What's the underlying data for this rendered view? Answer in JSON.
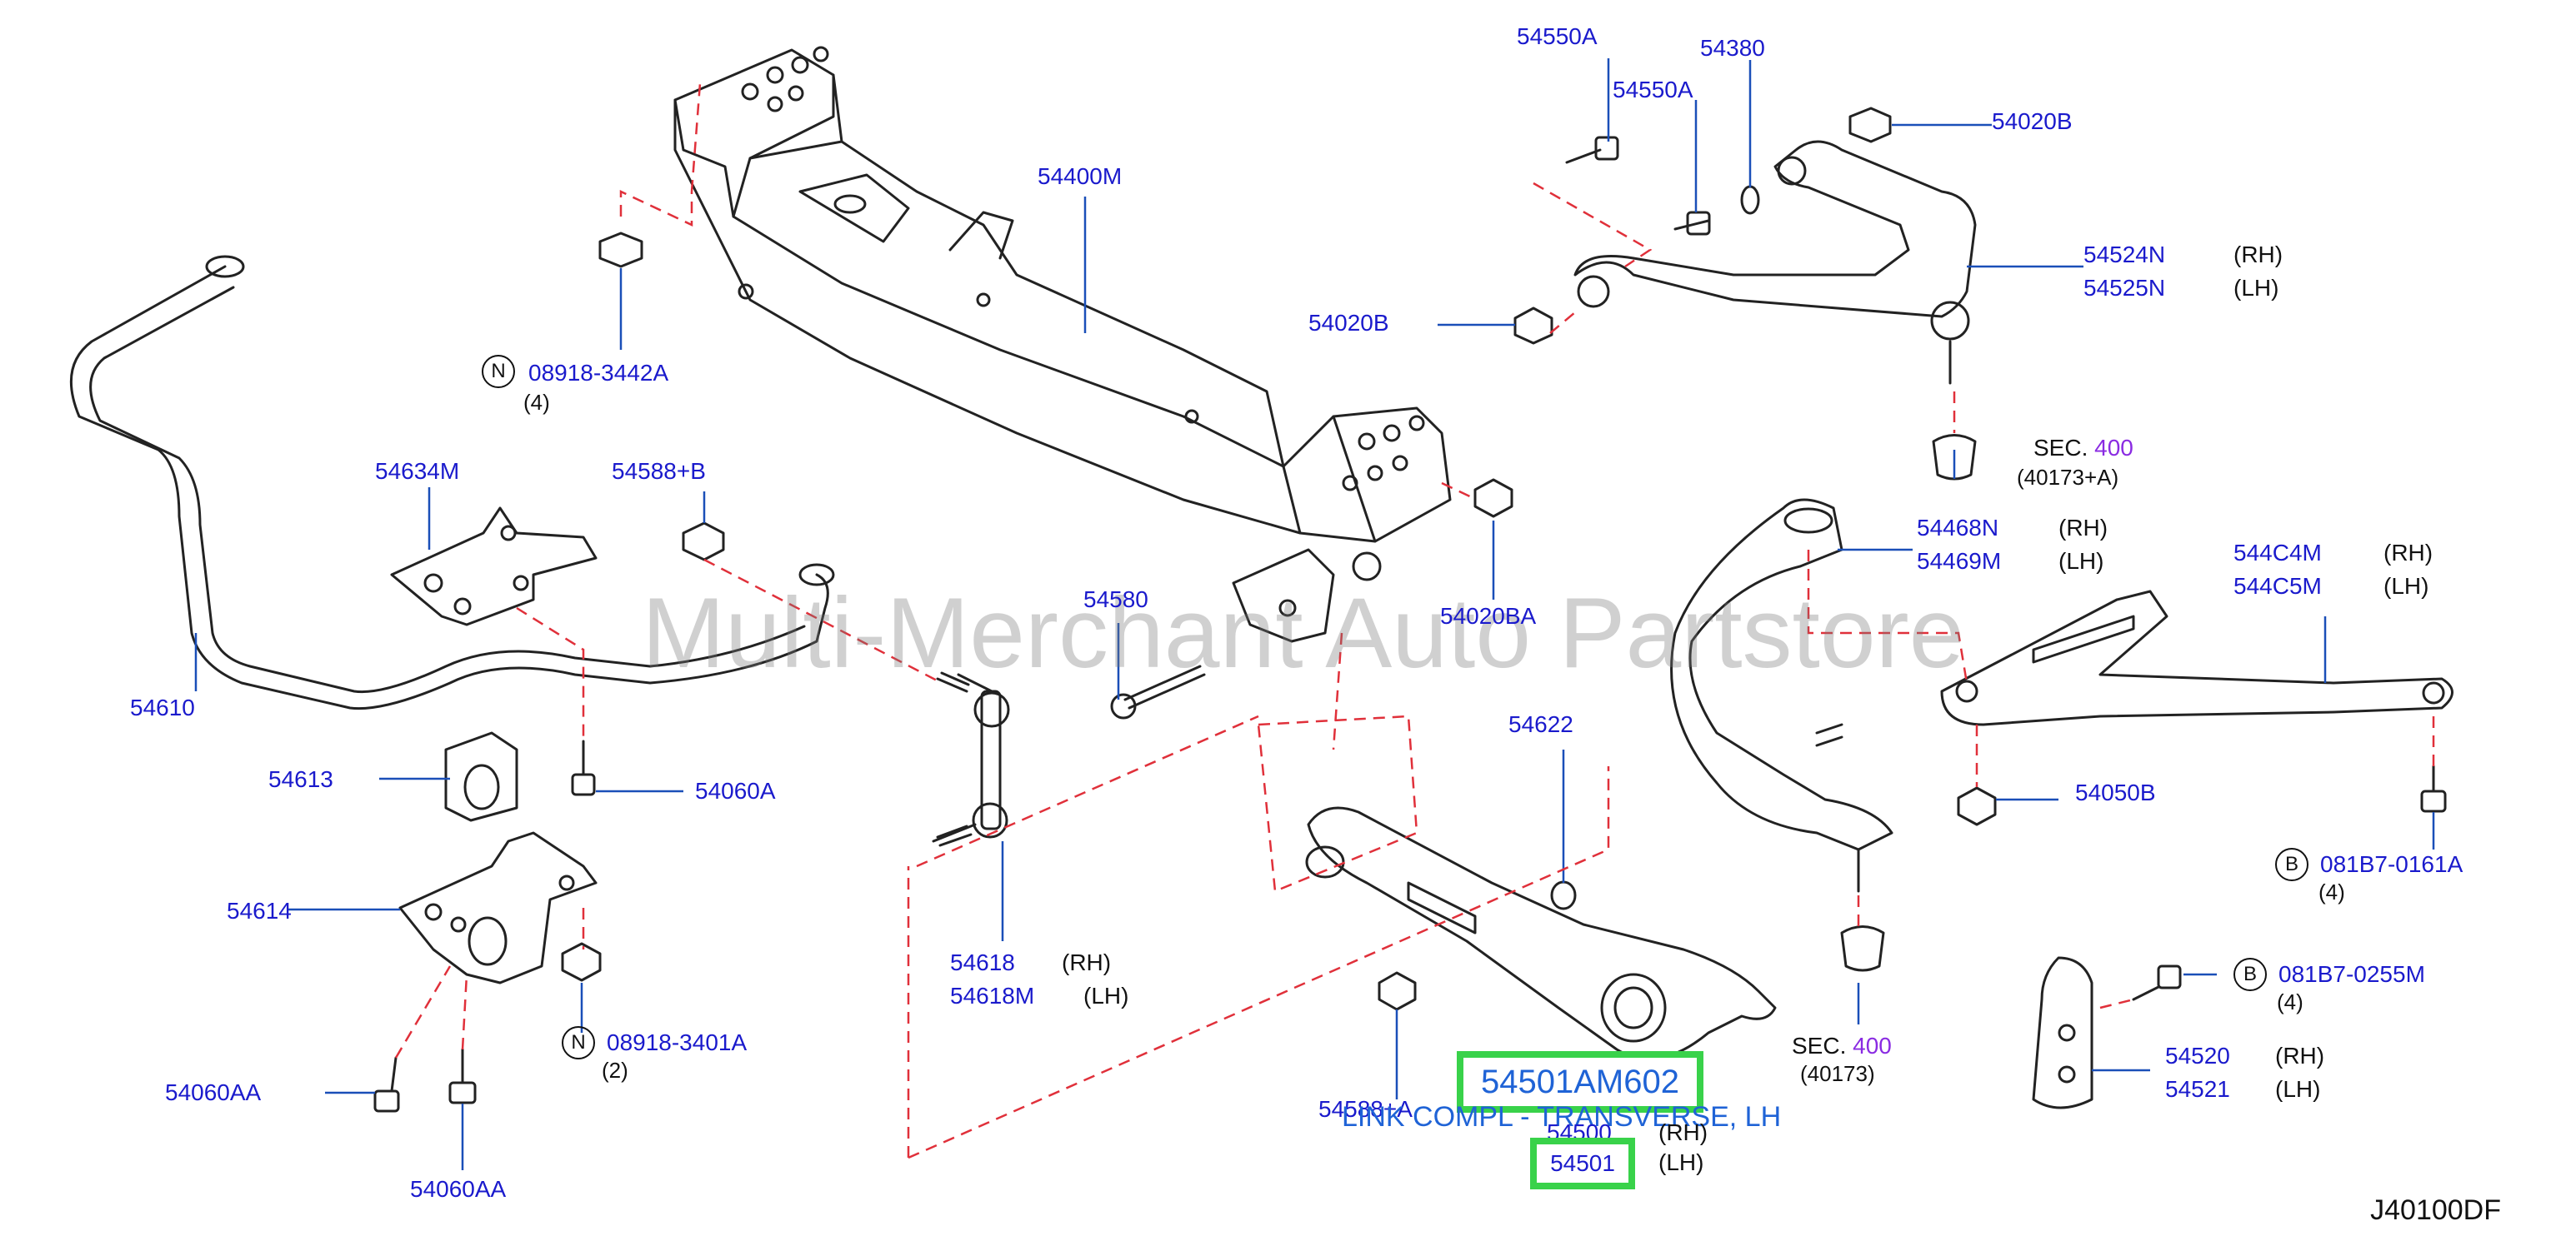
{
  "watermark": "Multi-Merchant Auto Partstore",
  "diagram_code": "J40100DF",
  "highlight": {
    "part_number": "54501AM602",
    "description": "LINK COMPL - TRANSVERSE, LH",
    "part": "54501"
  },
  "labels": {
    "p54550A_top": "54550A",
    "p54380": "54380",
    "p54550A": "54550A",
    "p54020B_top": "54020B",
    "p54400M": "54400M",
    "p54524N": "54524N",
    "p54525N": "54525N",
    "p54020B_left": "54020B",
    "p08918_3442A": "08918-3442A",
    "p54634M": "54634M",
    "p54588B_top": "54588+B",
    "p54468N": "54468N",
    "p54469M": "54469M",
    "p544C4M": "544C4M",
    "p544C5M": "544C5M",
    "p54580": "54580",
    "p54020BA": "54020BA",
    "p54610": "54610",
    "p54622": "54622",
    "p54613": "54613",
    "p54060A": "54060A",
    "p54050B": "54050B",
    "p081B7_0161A": "081B7-0161A",
    "p54614": "54614",
    "p54618": "54618",
    "p54618M": "54618M",
    "p081B7_0255M": "081B7-0255M",
    "p08918_3401A": "08918-3401A",
    "p54520": "54520",
    "p54521": "54521",
    "p54060AA_left": "54060AA",
    "p54588A": "54588+A",
    "p54500": "54500",
    "p54060AA_bottom": "54060AA"
  },
  "sides": {
    "rh": "(RH)",
    "lh": "(LH)"
  },
  "quantities": {
    "q4": "(4)",
    "q2": "(2)"
  },
  "sections": {
    "sec_label": "SEC.",
    "sec_ref": "400",
    "upper_code": "(40173+A)",
    "lower_code": "(40173)"
  },
  "circle_letters": {
    "n": "N",
    "b": "B"
  }
}
